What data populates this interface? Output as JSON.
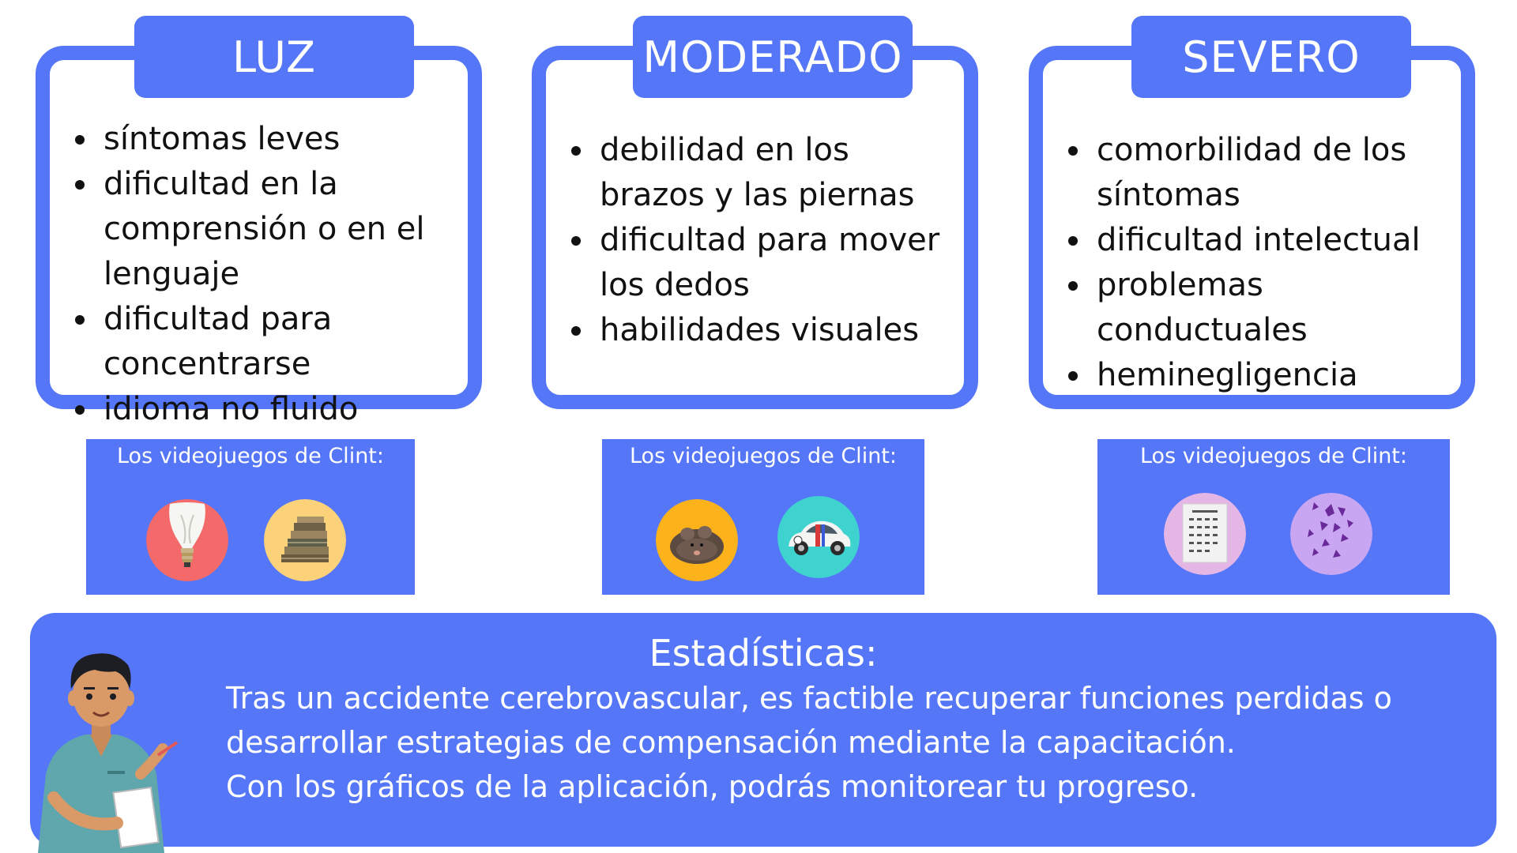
{
  "cards": [
    {
      "title": "LUZ",
      "items": [
        "síntomas leves",
        "dificultad en la comprensión o en el lenguaje",
        "dificultad para concentrarse",
        "idioma no fluido"
      ]
    },
    {
      "title": "MODERADO",
      "items": [
        "debilidad en los brazos y las piernas",
        "dificultad para mover los dedos",
        "habilidades visuales"
      ]
    },
    {
      "title": "SEVERO",
      "items": [
        "comorbilidad de los síntomas",
        "dificultad intelectual",
        "problemas conductuales",
        "heminegligencia"
      ]
    }
  ],
  "games": [
    {
      "label": "Los videojuegos de Clint:",
      "icons": [
        "lightbulb-icon",
        "books-icon"
      ]
    },
    {
      "label": "Los videojuegos de Clint:",
      "icons": [
        "mouse-icon",
        "car-icon"
      ]
    },
    {
      "label": "Los videojuegos de Clint:",
      "icons": [
        "letter-chart-icon",
        "scattered-shapes-icon"
      ]
    }
  ],
  "stats": {
    "title": "Estadísticas:",
    "lines": [
      "Tras un accidente cerebrovascular, es factible recuperar funciones perdidas o",
      "desarrollar estrategias de compensación mediante la capacitación.",
      "Con los gráficos de la aplicación, podrás monitorear tu progreso."
    ]
  },
  "colors": {
    "accent": "#5577f7",
    "card_background": "#ffffff",
    "text_dark": "#111111",
    "text_light": "#ffffff",
    "icon_red": "#f46a6a",
    "icon_yellow": "#fbd27a",
    "icon_orange": "#fbb21b",
    "icon_teal": "#3fd3cf",
    "icon_pink": "#e4b6e6",
    "icon_lavender": "#c9a6f2"
  }
}
